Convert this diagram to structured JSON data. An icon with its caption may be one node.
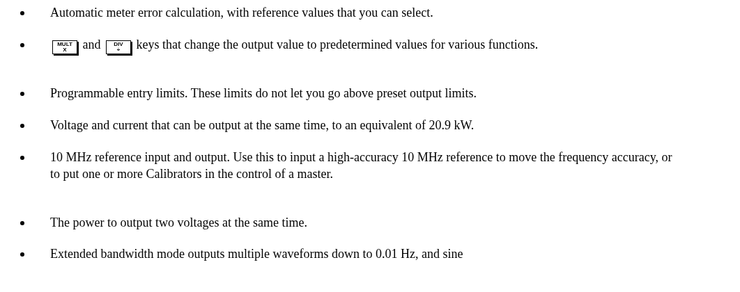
{
  "diagram": {
    "labels": [
      "Automatic meter error calculation, with reference values that you can select.",
      "MULT X",
      "and",
      "DIV ÷",
      "keys that change the output value to predetermined values for various functions.",
      "Programmable entry limits. These limits do not let you go above preset output limits.",
      "Voltage and current that can be output at the same time, to an equivalent of 20.9 kW.",
      "10 MHz reference input and output. Use this to input a high-accuracy 10 MHz reference to move the frequency accuracy, or to put one or more Calibrators in the control of a master.",
      "The power to output two voltages at the same time.",
      "Extended bandwidth mode outputs multiple waveforms down to 0.01 Hz, and sine"
    ]
  }
}
